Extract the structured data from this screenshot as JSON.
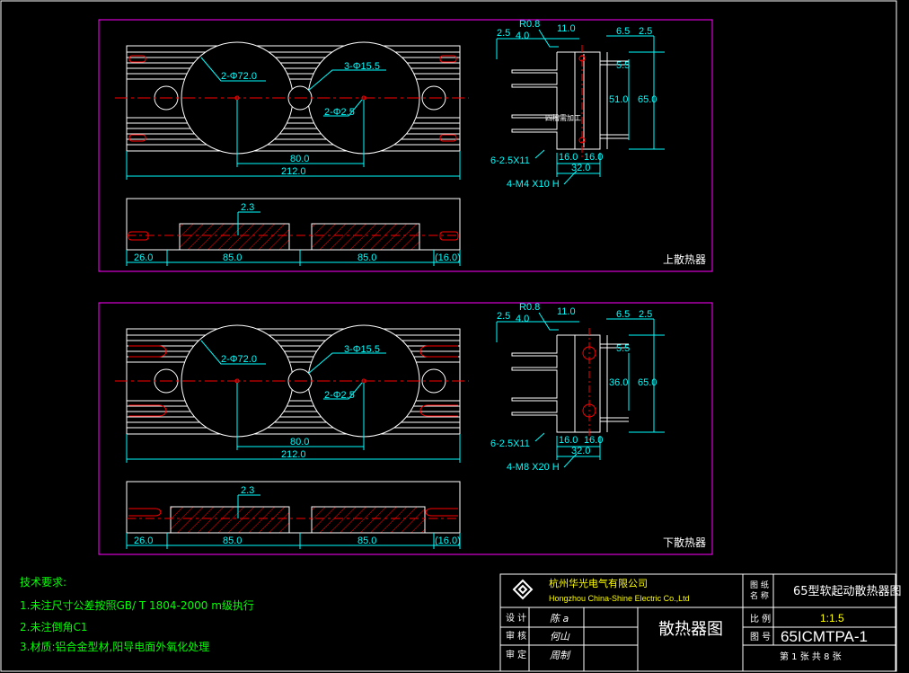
{
  "colors": {
    "background": "#000000",
    "frame": "#ffffff",
    "magenta": "#ff00ff",
    "outline": "#ffffff",
    "dimension": "#00ffff",
    "centerline": "#ff0000",
    "hatch": "#ff0000",
    "note_text": "#00ff00",
    "title_yellow": "#ffff00"
  },
  "upper_view": {
    "label": "上散热器",
    "big_hole": "2-Φ72.0",
    "center_hole": "3-Φ15.5",
    "small_hole": "2-Φ2.5",
    "dim_80": "80.0",
    "dim_212": "212.0",
    "section_dim_23": "2.3",
    "section_dims": [
      "26.0",
      "85.0",
      "85.0",
      "(16.0)"
    ],
    "profile": {
      "r": "R0.8",
      "d25a": "2.5",
      "d40": "4.0",
      "d110": "11.0",
      "d65": "6.5",
      "d25b": "2.5",
      "d55": "5.5",
      "d_inner": "51.0",
      "d650": "65.0",
      "fins": "6-2.5X11",
      "d16a": "16.0",
      "d16b": "16.0",
      "d32": "32.0",
      "thread": "4-M4 X10 H",
      "note": "四槽需加工"
    }
  },
  "lower_view": {
    "label": "下散热器",
    "big_hole": "2-Φ72.0",
    "center_hole": "3-Φ15.5",
    "small_hole": "2-Φ2.5",
    "dim_80": "80.0",
    "dim_212": "212.0",
    "section_dim_23": "2.3",
    "section_dims": [
      "26.0",
      "85.0",
      "85.0",
      "(16.0)"
    ],
    "profile": {
      "r": "R0.8",
      "d25a": "2.5",
      "d40": "4.0",
      "d110": "11.0",
      "d65": "6.5",
      "d25b": "2.5",
      "d55": "5.5",
      "d_inner": "36.0",
      "d650": "65.0",
      "fins": "6-2.5X11",
      "d16a": "16.0",
      "d16b": "16.0",
      "d32": "32.0",
      "thread": "4-M8 X20 H",
      "note": ""
    }
  },
  "notes": {
    "heading": "技术要求:",
    "items": [
      "1.未注尺寸公差按照GB/ T 1804-2000  m级执行",
      "2.未注倒角C1",
      "3.材质:铝合金型材,阳导电面外氧化处理"
    ]
  },
  "title_block": {
    "company_cn": "杭州华光电气有限公司",
    "company_en": "Hongzhou China-Shine Electric Co.,Ltd",
    "design": "设  计",
    "check": "审  核",
    "approve": "审  定",
    "sig1": "陈 a",
    "sig2": "何山",
    "sig3": "周制",
    "drawing_title": "散热器图",
    "name_label": "图 纸\n名 称",
    "name_label_a": "图 纸",
    "name_label_b": "名 称",
    "name_value": "65型软起动散热器图",
    "scale_label": "比  例",
    "scale_value": "1:1.5",
    "number_label": "图  号",
    "number_value": "65ICMTPA-1",
    "sheet": "第 1 张   共 8 张"
  }
}
